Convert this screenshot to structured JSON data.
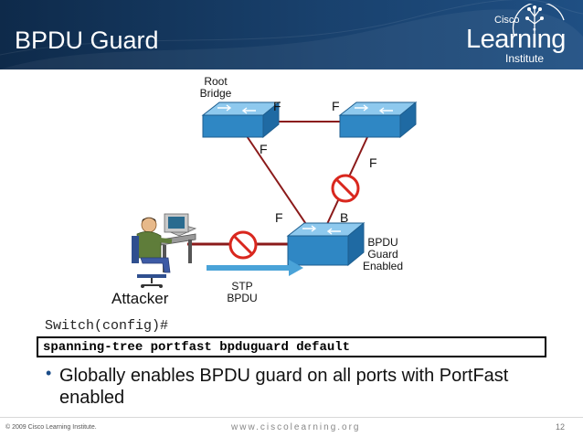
{
  "slide": {
    "title": "BPDU Guard",
    "logo": {
      "cisco": "Cisco",
      "learning": "Learning",
      "institute": "Institute"
    },
    "diagram": {
      "root_bridge_label": [
        "Root",
        "Bridge"
      ],
      "bpdu_guard_label": [
        "BPDU",
        "Guard",
        "Enabled"
      ],
      "stp_bpdu_label": [
        "STP",
        "BPDU"
      ],
      "attacker_label": "Attacker",
      "port_states": {
        "root_right": "F",
        "right_left": "F",
        "root_bottom": "F",
        "right_bottom": "F",
        "bottom_root": "F",
        "bottom_right": "B"
      }
    },
    "prompt": "Switch(config)#",
    "command": "spanning-tree portfast bpduguard default",
    "bullet": "Globally enables BPDU guard on all ports with PortFast enabled",
    "footer": {
      "copyright": "© 2009 Cisco Learning Institute.",
      "website": "www.ciscolearning.org",
      "page_number": "12"
    },
    "colors": {
      "header": "#19416d",
      "link": "#8b1a1a",
      "switch": "#3d9ad6",
      "block": "#d9271e",
      "arrow": "#4aa3d8"
    }
  }
}
